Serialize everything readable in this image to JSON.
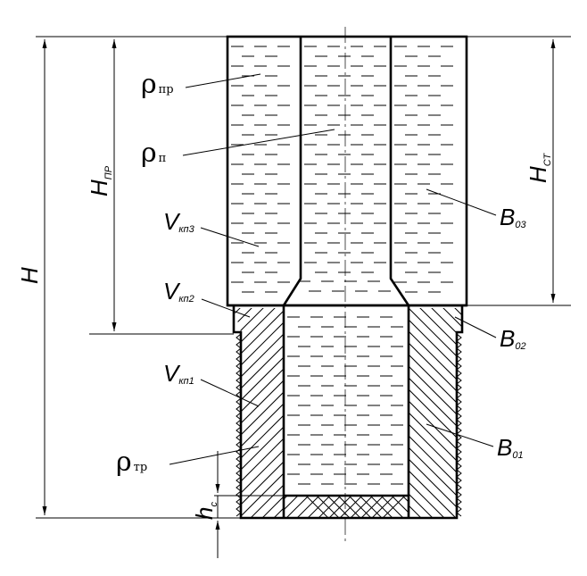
{
  "labels": {
    "H": "H",
    "H_pr": {
      "main": "H",
      "sub": "ПР"
    },
    "H_st": {
      "main": "H",
      "sub": "СТ"
    },
    "h_c": {
      "main": "h",
      "sub": "с"
    },
    "rho_pr": {
      "main": "ρ",
      "sub": "пр"
    },
    "rho_p": {
      "main": "ρ",
      "sub": "п"
    },
    "rho_tr": {
      "main": "ρ",
      "sub": "тр"
    },
    "V_kp3": {
      "main": "V",
      "sub": "кп3"
    },
    "V_kp2": {
      "main": "V",
      "sub": "кп2"
    },
    "V_kp1": {
      "main": "V",
      "sub": "кп1"
    },
    "B_03": {
      "main": "B",
      "sub": "03"
    },
    "B_02": {
      "main": "B",
      "sub": "02"
    },
    "B_01": {
      "main": "B",
      "sub": "01"
    }
  }
}
